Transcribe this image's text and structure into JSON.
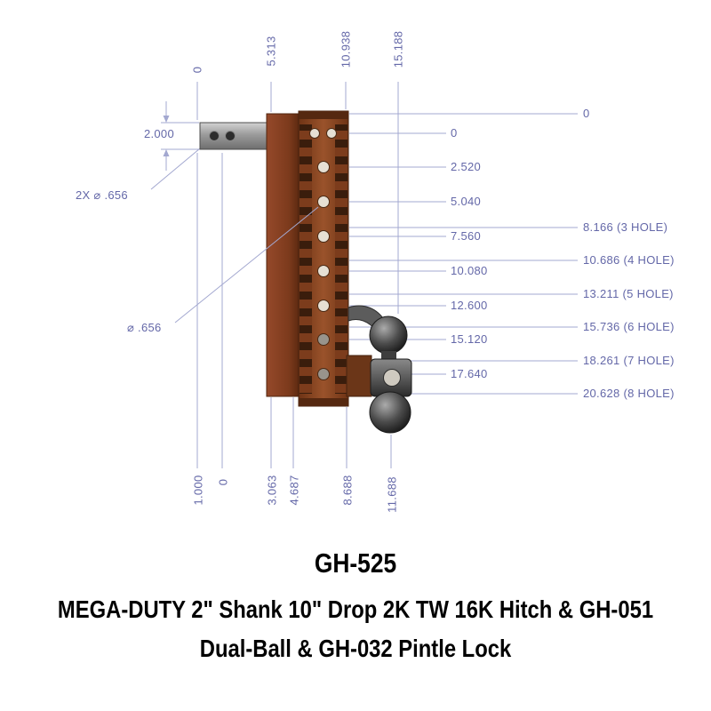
{
  "title": {
    "model": "GH-525",
    "description_line1": "MEGA-DUTY 2\" Shank 10\" Drop 2K TW 16K Hitch & GH-051",
    "description_line2": "Dual-Ball & GH-032 Pintle Lock"
  },
  "dimensions": {
    "top": [
      "0",
      "5.313",
      "10.938",
      "15.188"
    ],
    "left": {
      "shank_height": "2.000",
      "shank_holes": "2X ⌀ .656",
      "channel_hole": "⌀ .656"
    },
    "right_inner": [
      "0",
      "2.520",
      "5.040",
      "7.560",
      "10.080",
      "12.600",
      "15.120",
      "17.640"
    ],
    "right_outer": [
      "0",
      "8.166 (3 HOLE)",
      "10.686 (4 HOLE)",
      "13.211 (5 HOLE)",
      "15.736 (6 HOLE)",
      "18.261 (7 HOLE)",
      "20.628 (8 HOLE)"
    ],
    "bottom": [
      "1.000",
      "0",
      "3.063",
      "4.687",
      "8.688",
      "11.688"
    ]
  },
  "colors": {
    "dimension_text": "#6468a8",
    "dimension_line": "#a3a8d0",
    "hitch_brown": "#8a4425",
    "shank_gray": "#9b9b9b",
    "ball_dark": "#2a2a2a"
  }
}
